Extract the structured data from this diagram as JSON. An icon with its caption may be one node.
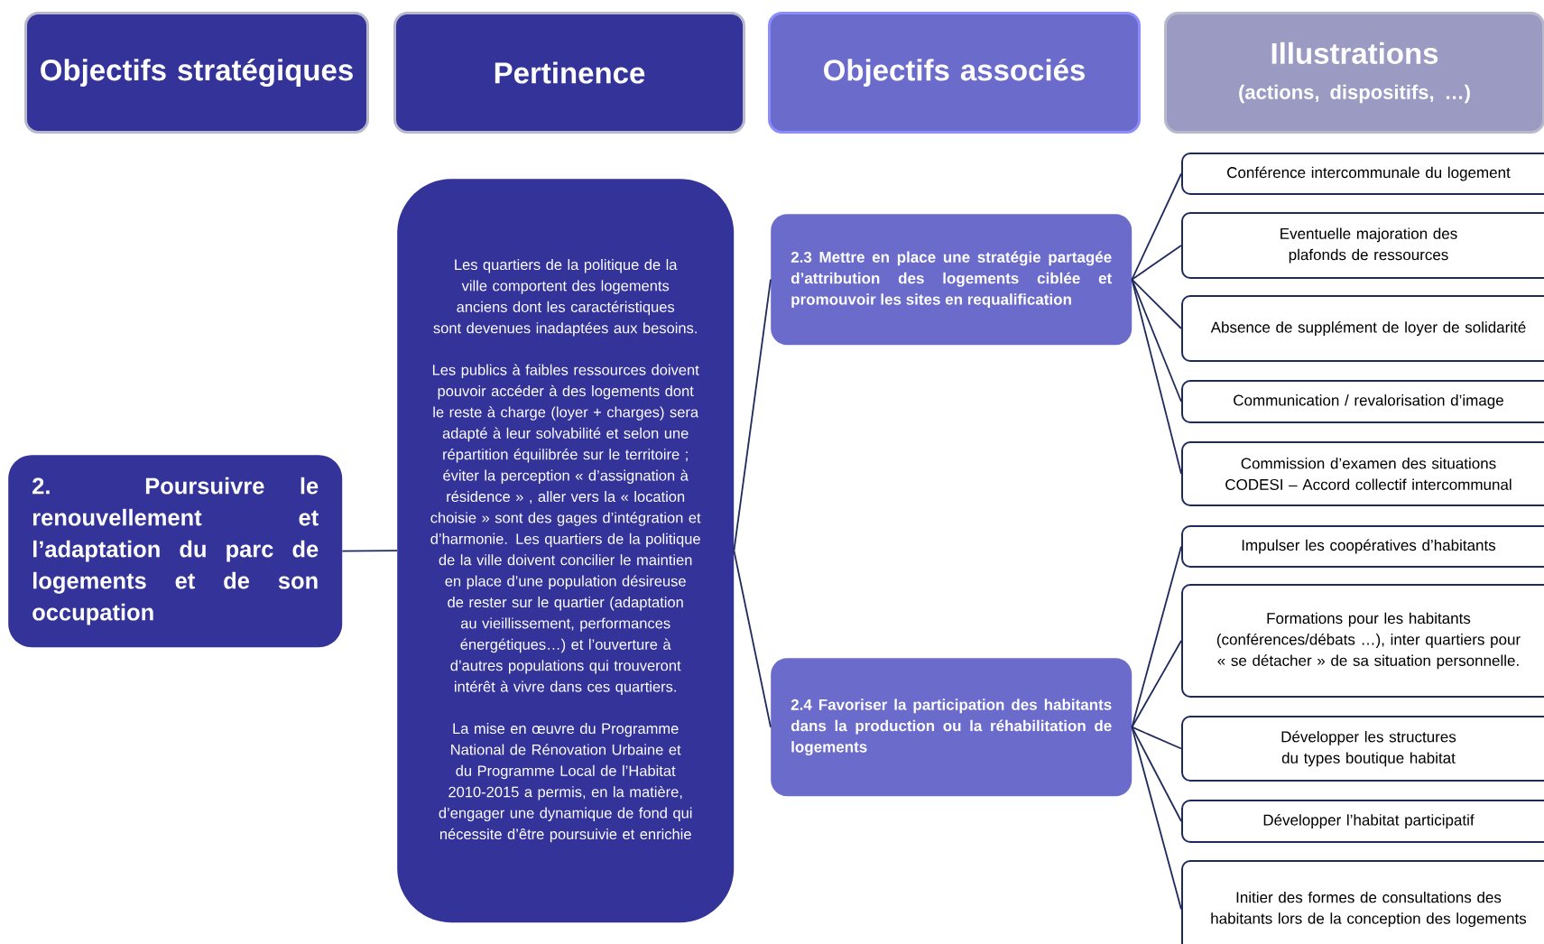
{
  "diagram": {
    "nodes": [
      {
        "text": [
          "Objectifs stratégiques"
        ]
      },
      {
        "text": [
          "Pertinence"
        ]
      },
      {
        "text": [
          "Objectifs associés"
        ]
      },
      {
        "text": [
          "Illustrations",
          "(actions, dispositifs, …)"
        ]
      },
      {
        "text": [
          "2. Poursuivre le renouvellement et l’adaptation du parc de logements et de son occupation"
        ]
      },
      {
        "text": [
          "Les quartiers de la politique de la ville comportent des logements anciens dont les caractéristiques sont devenues inadaptées aux besoins.",
          "Les publics à faibles ressources doivent pouvoir accéder à des logements dont le reste à charge (loyer + charges) sera adapté à leur solvabilité et selon une répartition équilibrée sur le territoire ; éviter la perception « d’assignation à résidence » , aller vers la « location choisie » sont des gages d’intégration et d’harmonie. Les quartiers de la politique de la ville doivent concilier le maintien en place d’une population désireuse de rester sur le quartier (adaptation au vieillissement, performances énergétiques…) et l’ouverture à d’autres populations qui trouveront intérêt à vivre dans ces quartiers.",
          "La mise en œuvre du Programme National de Rénovation Urbaine et du Programme Local de l’Habitat 2010-2015 a permis, en la matière, d’engager une dynamique de fond qui nécessite d’être poursuivie et enrichie"
        ]
      },
      {
        "text": [
          "2.3 Mettre en place une stratégie partagée d’attribution des logements ciblée et promouvoir les sites en requalification"
        ]
      },
      {
        "text": [
          "Conférence intercommunale du logement"
        ]
      },
      {
        "text": [
          "Eventuelle majoration des plafonds de ressources"
        ]
      },
      {
        "text": [
          "Absence de supplément de loyer de solidarité"
        ]
      },
      {
        "text": [
          "Communication / revalorisation d’image"
        ]
      },
      {
        "text": [
          "Commission d’examen des situations CODESI – Accord collectif intercommunal"
        ]
      },
      {
        "text": [
          "2.4 Favoriser la participation des habitants dans la production ou la réhabilitation de logements"
        ]
      },
      {
        "text": [
          "Impulser les coopératives d’habitants"
        ]
      },
      {
        "text": [
          "Formations pour les habitants (conférences/débats …), inter quartiers pour « se détacher » de sa situation personnelle."
        ]
      },
      {
        "text": [
          "Développer les structures du types boutique habitat"
        ]
      },
      {
        "text": [
          "Développer l’habitat participatif"
        ]
      },
      {
        "text": [
          "Initier des formes de consultations des habitants lors de la conception des logements"
        ]
      }
    ],
    "edges": [
      {
        "from": 4,
        "to": 5,
        "arrow": "none"
      },
      {
        "from": 5,
        "to": 6,
        "arrow": "none"
      },
      {
        "from": 5,
        "to": 12,
        "arrow": "none"
      },
      {
        "from": 6,
        "to": 7,
        "arrow": "none"
      },
      {
        "from": 6,
        "to": 8,
        "arrow": "none"
      },
      {
        "from": 6,
        "to": 9,
        "arrow": "none"
      },
      {
        "from": 6,
        "to": 10,
        "arrow": "none"
      },
      {
        "from": 6,
        "to": 11,
        "arrow": "none"
      },
      {
        "from": 12,
        "to": 13,
        "arrow": "none"
      },
      {
        "from": 12,
        "to": 14,
        "arrow": "none"
      },
      {
        "from": 12,
        "to": 15,
        "arrow": "none"
      },
      {
        "from": 12,
        "to": 16,
        "arrow": "none"
      },
      {
        "from": 12,
        "to": 17,
        "arrow": "none"
      }
    ]
  }
}
